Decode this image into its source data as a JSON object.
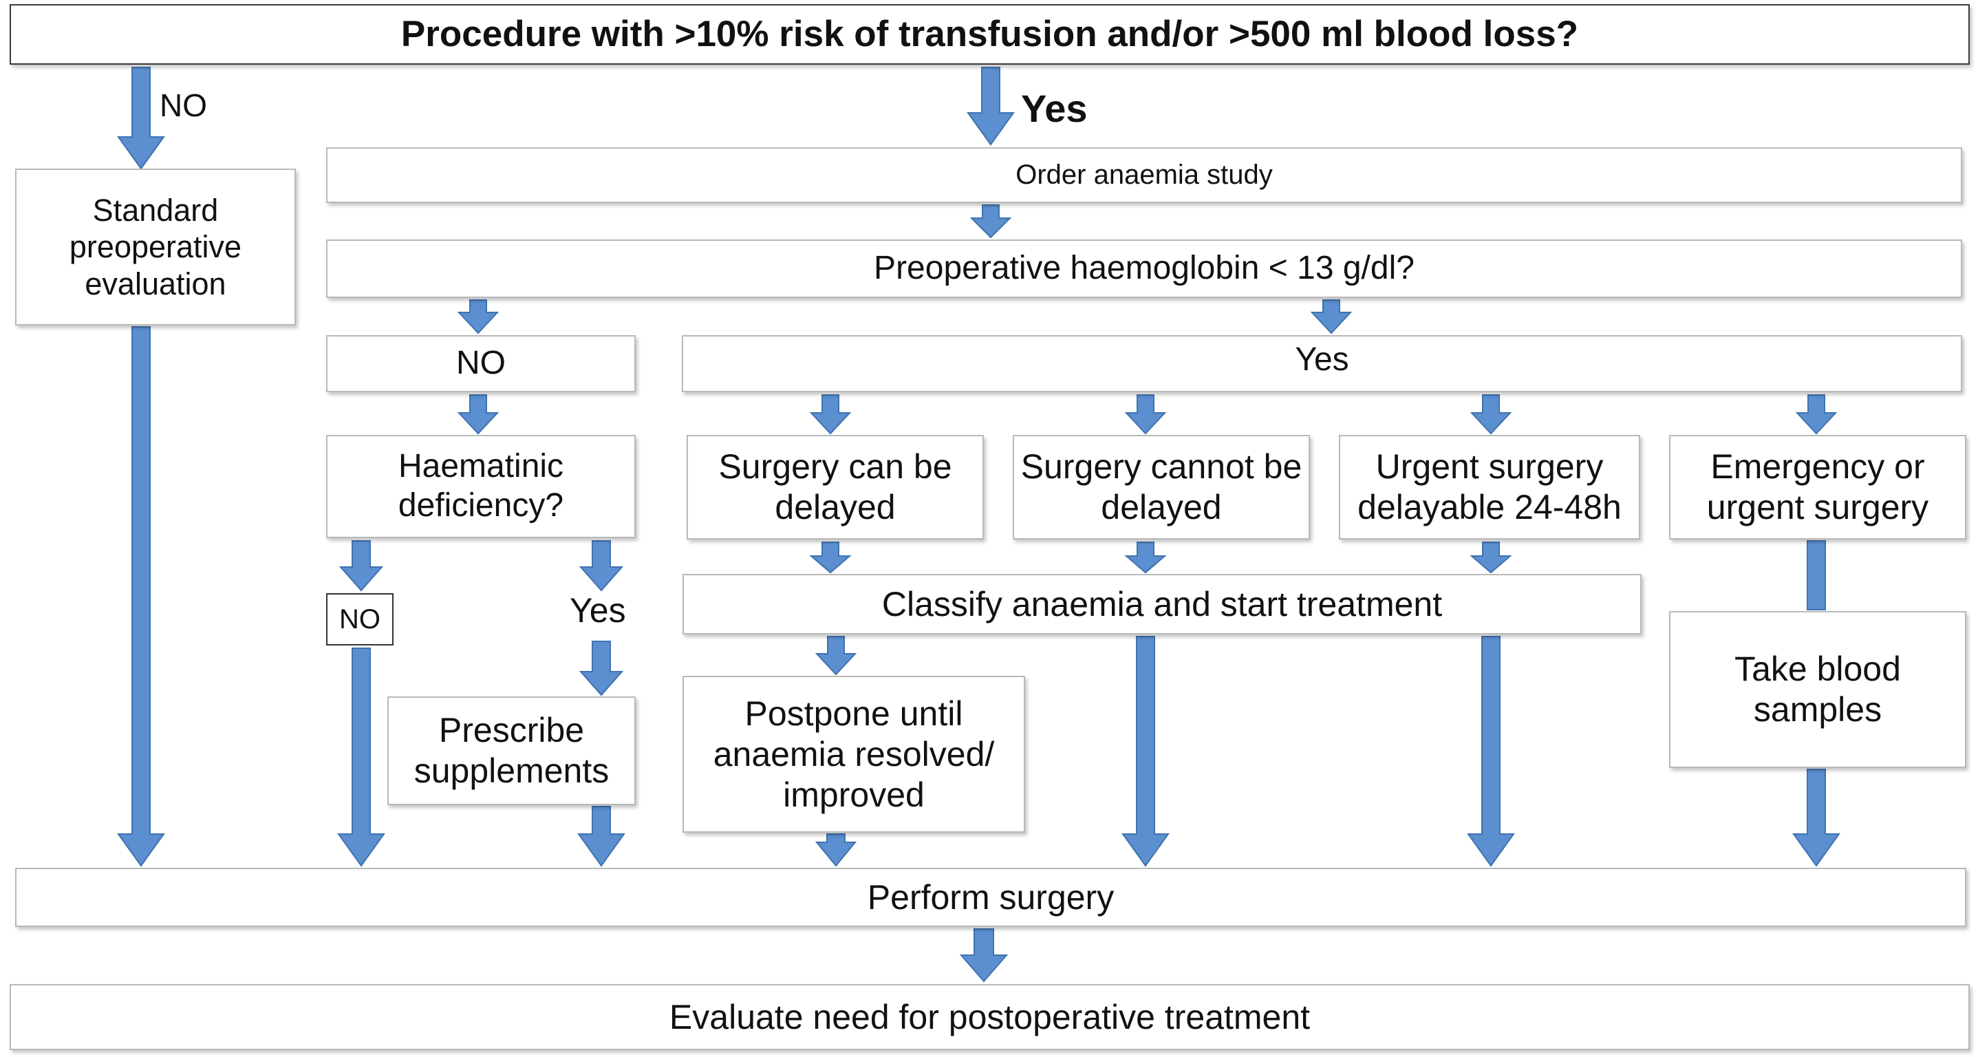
{
  "colors": {
    "arrow_fill": "#5b8fcf",
    "arrow_stroke": "#3f72b0",
    "box_border": "#b9b9b9"
  },
  "top_question": "Procedure with >10% risk of transfusion and/or >500 ml blood loss?",
  "branch_no_label": "NO",
  "branch_yes_label": "Yes",
  "standard_evaluation": "Standard preoperative evaluation",
  "order_anaemia_study": "Order  anaemia study",
  "haemoglobin_question": "Preoperative haemoglobin < 13 g/dl?",
  "hb_no": "NO",
  "hb_yes": "Yes",
  "haematinic_question": "Haematinic deficiency?",
  "haematinic_no": "NO",
  "haematinic_yes": "Yes",
  "prescribe_supplements": "Prescribe supplements",
  "surgery_delayed": "Surgery can be delayed",
  "surgery_cannot_delay": "Surgery cannot be delayed",
  "urgent_surgery": "Urgent surgery delayable 24-48h",
  "emergency_surgery": "Emergency or urgent surgery",
  "classify_anaemia": "Classify anaemia and start treatment",
  "postpone": "Postpone until anaemia resolved/ improved",
  "blood_samples": "Take blood samples",
  "perform_surgery": "Perform surgery",
  "evaluate_postoperative": "Evaluate need for postoperative treatment"
}
